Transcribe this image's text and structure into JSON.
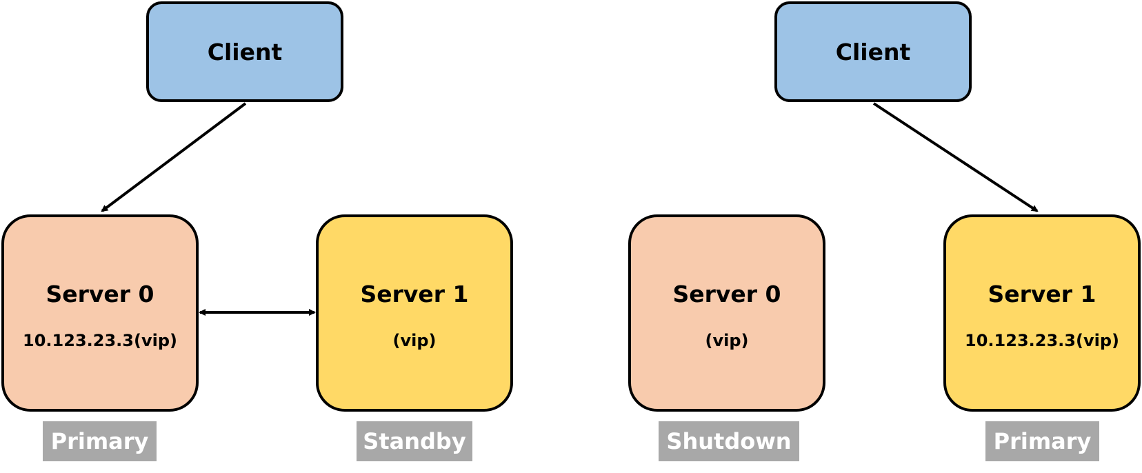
{
  "left": {
    "client": {
      "label": "Client",
      "color": "#9dc3e6"
    },
    "server0": {
      "name": "Server 0",
      "ip": "10.123.23.3(vip)",
      "color": "#f8cbad",
      "role": "Primary"
    },
    "server1": {
      "name": "Server 1",
      "ip": "(vip)",
      "color": "#ffd966",
      "role": "Standby"
    }
  },
  "right": {
    "client": {
      "label": "Client",
      "color": "#9dc3e6"
    },
    "server0": {
      "name": "Server 0",
      "ip": "(vip)",
      "color": "#f8cbad",
      "role": "Shutdown"
    },
    "server1": {
      "name": "Server 1",
      "ip": "10.123.23.3(vip)",
      "color": "#ffd966",
      "role": "Primary"
    }
  },
  "tag_color": "#a8a8a8"
}
